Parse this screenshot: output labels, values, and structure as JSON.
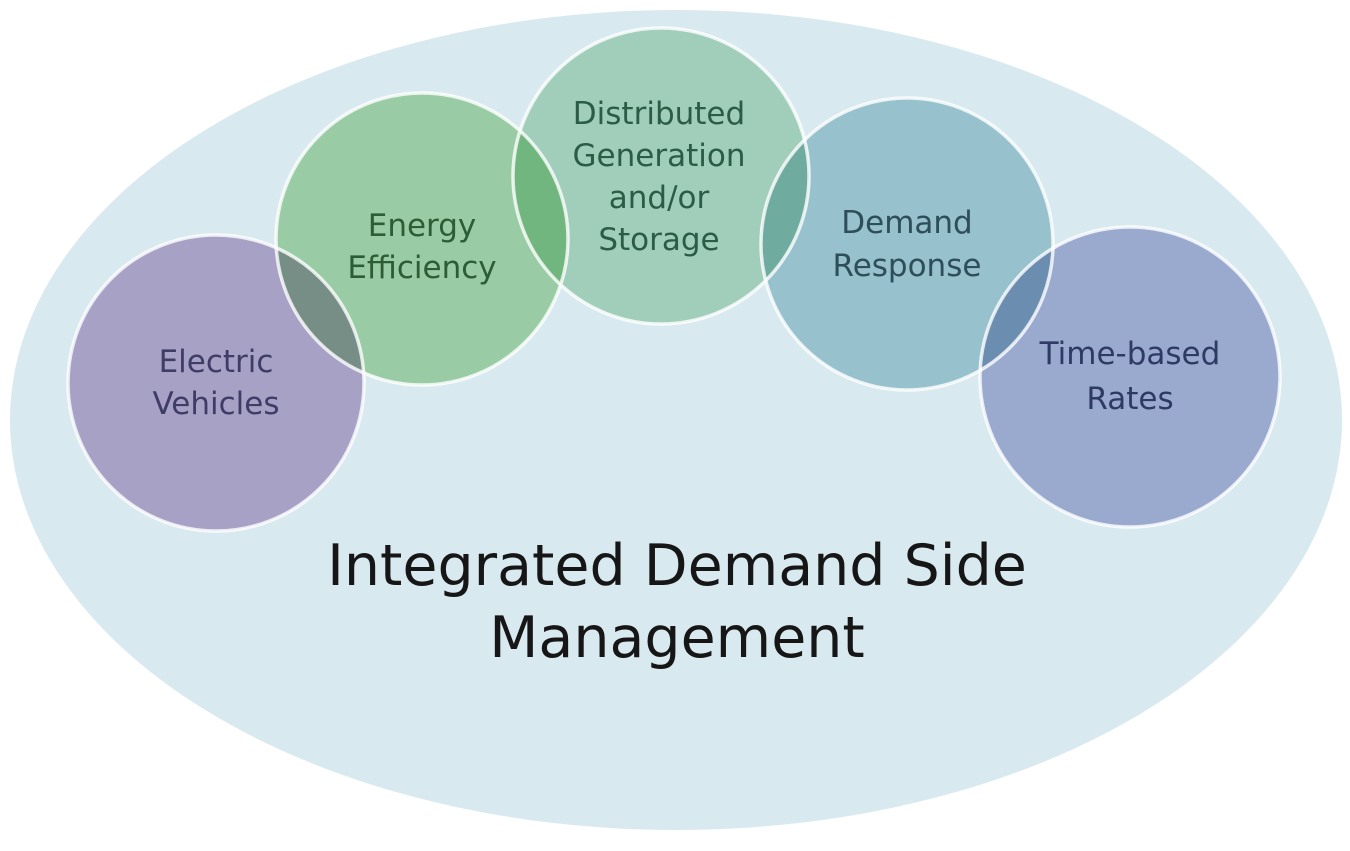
{
  "title": {
    "line1": "Integrated Demand Side",
    "line2": "Management",
    "full": "Integrated Demand Side Management",
    "color": "#161616"
  },
  "diagram": {
    "type": "venn-overlap-diagram",
    "background_color": "#ffffff",
    "ellipse": {
      "fill": "#d9e9f0"
    },
    "nodes": [
      {
        "label": "Electric Vehicles",
        "lines": [
          "Electric",
          "Vehicles"
        ],
        "observed_color": "#a8a2c6",
        "fill": "#c5b1d2",
        "text_color": "#3f3c68"
      },
      {
        "label": "Energy Efficiency",
        "lines": [
          "Energy",
          "Efficiency"
        ],
        "observed_color": "#99cda4",
        "fill": "#b4e0ae",
        "text_color": "#2d5c35"
      },
      {
        "label": "Distributed Generation and/or Storage",
        "lines": [
          "Distributed",
          "Generation",
          "and/or",
          "Storage"
        ],
        "observed_color": "#a0cfba",
        "fill": "#bce2c6",
        "text_color": "#2b5c46"
      },
      {
        "label": "Demand Response",
        "lines": [
          "Demand",
          "Response"
        ],
        "observed_color": "#97c2cc",
        "fill": "#b1d4d9",
        "text_color": "#2e4e5a"
      },
      {
        "label": "Time-based Rates",
        "lines": [
          "Time-based",
          "Rates"
        ],
        "observed_color": "#9aaacf",
        "fill": "#b5badc",
        "text_color": "#2f3a64"
      }
    ]
  }
}
